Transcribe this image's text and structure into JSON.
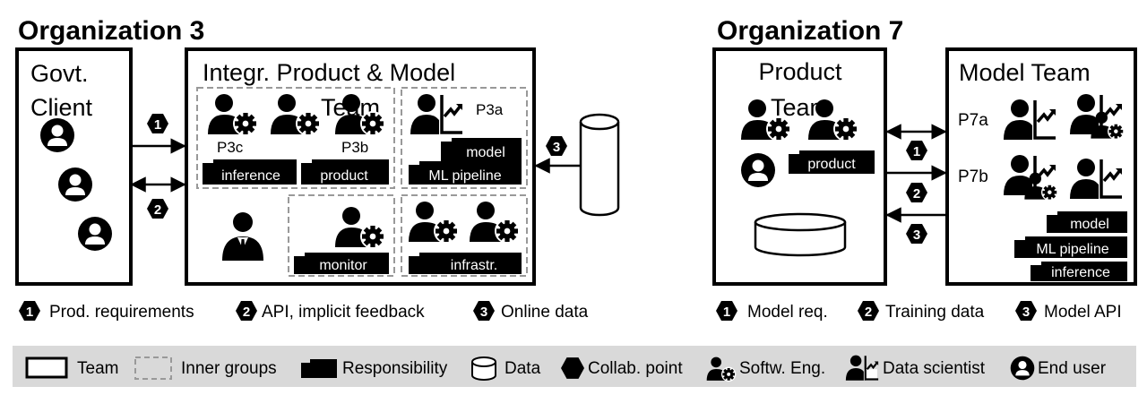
{
  "org3": {
    "title": "Organization 3",
    "client_title": [
      "Govt.",
      "Client"
    ],
    "team_title": [
      "Integr. Product & Model",
      "Team"
    ],
    "labels": {
      "p3c": "P3c",
      "p3b": "P3b",
      "p3a": "P3a",
      "inference": "inference",
      "product": "product",
      "model": "model",
      "ml_pipeline": "ML pipeline",
      "monitor": "monitor",
      "infrastr": "infrastr."
    },
    "collab": [
      "1",
      "2",
      "3"
    ],
    "legend": [
      {
        "num": "1",
        "text": "Prod. requirements"
      },
      {
        "num": "2",
        "text": "API, implicit feedback"
      },
      {
        "num": "3",
        "text": "Online data"
      }
    ]
  },
  "org7": {
    "title": "Organization 7",
    "product_title": [
      "Product",
      "Team"
    ],
    "model_title": "Model Team",
    "labels": {
      "product": "product",
      "p7a": "P7a",
      "p7b": "P7b",
      "model": "model",
      "ml_pipeline": "ML pipeline",
      "inference": "inference"
    },
    "collab": [
      "1",
      "2",
      "3"
    ],
    "legend": [
      {
        "num": "1",
        "text": "Model req."
      },
      {
        "num": "2",
        "text": "Training data"
      },
      {
        "num": "3",
        "text": "Model API"
      }
    ]
  },
  "key": {
    "team": "Team",
    "inner_groups": "Inner groups",
    "responsibility": "Responsibility",
    "data": "Data",
    "collab_point": "Collab. point",
    "softw_eng": "Softw. Eng.",
    "data_scientist": "Data scientist",
    "end_user": "End user"
  },
  "icons": [
    "team-box-icon",
    "inner-group-icon",
    "responsibility-tag-icon",
    "data-cylinder-icon",
    "collab-hexagon-icon",
    "software-engineer-icon",
    "data-scientist-icon",
    "end-user-icon"
  ]
}
